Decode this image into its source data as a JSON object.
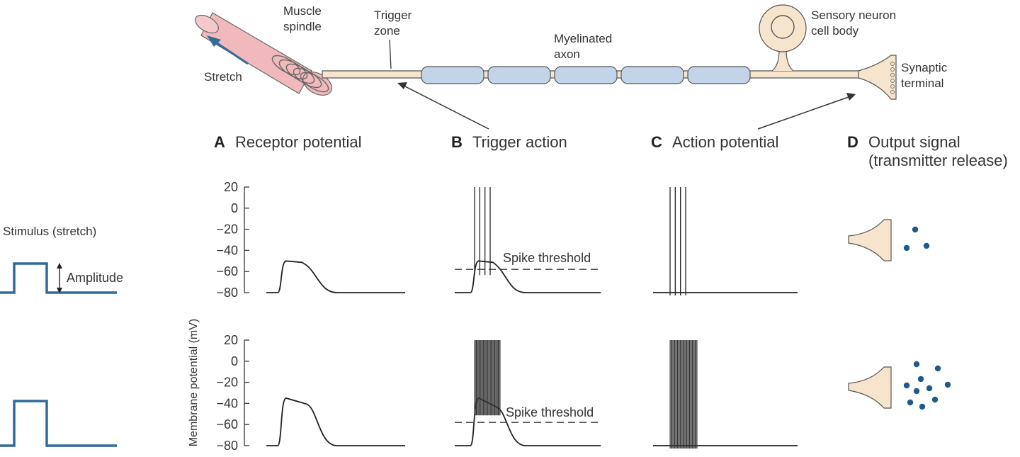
{
  "neuron": {
    "muscle_spindle": "Muscle\nspindle",
    "trigger_zone": "Trigger\nzone",
    "myelinated_axon": "Myelinated\naxon",
    "cell_body": "Sensory neuron\ncell body",
    "synaptic_terminal": "Synaptic\nterminal",
    "stretch": "Stretch"
  },
  "panels": [
    {
      "letter": "A",
      "title": "Receptor potential"
    },
    {
      "letter": "B",
      "title": "Trigger action"
    },
    {
      "letter": "C",
      "title": "Action potential"
    },
    {
      "letter": "D",
      "title": "Output signal",
      "title2": "(transmitter release)"
    }
  ],
  "stimulus": {
    "label": "Stimulus (stretch)",
    "amplitude": "Amplitude"
  },
  "y_axis": {
    "label": "Membrane potential (mV)",
    "ticks": [
      "20",
      "0",
      "−20",
      "−40",
      "−60",
      "−80"
    ]
  },
  "threshold_label": "Spike threshold",
  "rows": [
    {
      "receptor_peak_mv": -50,
      "spike_count": 4,
      "vesicle_count": 3
    },
    {
      "receptor_peak_mv": -35,
      "spike_count": 30,
      "vesicle_count": 10
    }
  ],
  "spike_threshold_mv": -58,
  "resting_mv": -80,
  "colors": {
    "myelin": "#c3d3e8",
    "neuron": "#f7e4cc",
    "spindle": "#f1b9bb",
    "stimulus": "#2f6b9a",
    "vesicle": "#1f5a8a"
  }
}
